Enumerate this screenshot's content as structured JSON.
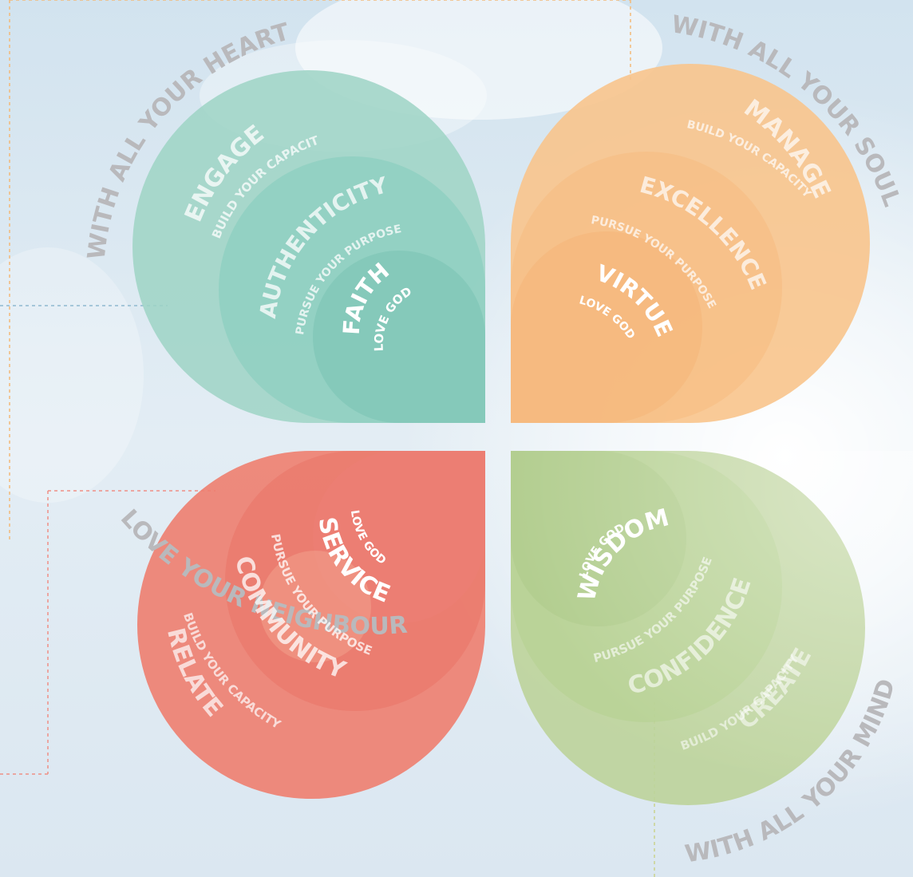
{
  "colors": {
    "heart": "#9ed3c4",
    "soul": "#f8c48c",
    "neighbour": "#ee7e6f",
    "mind": "#bcd39a",
    "outer_text": "#b9b9bc",
    "inner_label": "#ffffff"
  },
  "quadrants": {
    "heart": {
      "outer_label": "WITH ALL YOUR HEART",
      "ring1_title": "ENGAGE",
      "ring1_sub": "BUILD YOUR CAPACITY",
      "ring2_title": "AUTHENTICITY",
      "ring2_sub": "PURSUE YOUR PURPOSE",
      "core_title": "FAITH",
      "core_sub": "LOVE GOD"
    },
    "soul": {
      "outer_label": "WITH ALL YOUR SOUL",
      "ring1_title": "MANAGE",
      "ring1_sub": "BUILD YOUR CAPACITY",
      "ring2_title": "EXCELLENCE",
      "ring2_sub": "PURSUE YOUR PURPOSE",
      "core_title": "VIRTUE",
      "core_sub": "LOVE GOD"
    },
    "neighbour": {
      "outer_label": "LOVE YOUR NEIGHBOUR AS YOURSELF",
      "ring1_title": "RELATE",
      "ring1_sub": "BUILD YOUR CAPACITY",
      "ring2_title": "COMMUNITY",
      "ring2_sub": "PURSUE YOUR PURPOSE",
      "core_title": "SERVICE",
      "core_sub": "LOVE GOD"
    },
    "mind": {
      "outer_label": "WITH ALL YOUR MIND",
      "ring1_title": "CREATE",
      "ring1_sub": "BUILD YOUR CAPACITY",
      "ring2_title": "CONFIDENCE",
      "ring2_sub": "PURSUE YOUR PURPOSE",
      "core_title": "WISDOM",
      "core_sub": "LOVE GOD"
    }
  }
}
